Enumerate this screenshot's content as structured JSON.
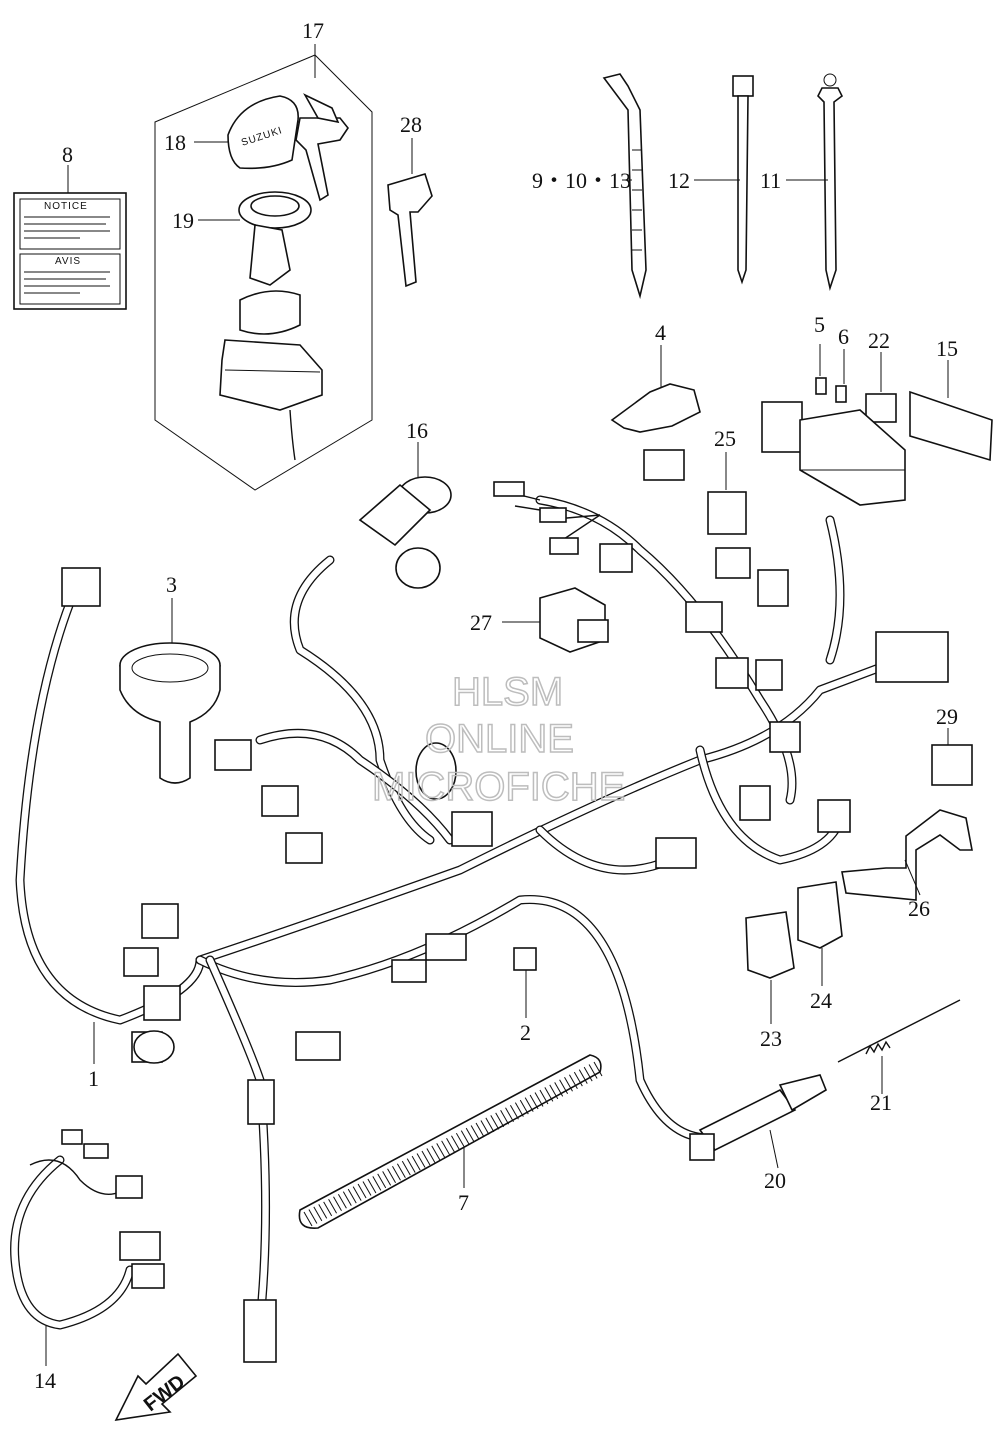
{
  "callouts": [
    {
      "id": "c1",
      "text": "1"
    },
    {
      "id": "c2",
      "text": "2"
    },
    {
      "id": "c3",
      "text": "3"
    },
    {
      "id": "c4",
      "text": "4"
    },
    {
      "id": "c5",
      "text": "5"
    },
    {
      "id": "c6",
      "text": "6"
    },
    {
      "id": "c7",
      "text": "7"
    },
    {
      "id": "c8",
      "text": "8"
    },
    {
      "id": "c9",
      "text": "9・10・13"
    },
    {
      "id": "c11",
      "text": "11"
    },
    {
      "id": "c12",
      "text": "12"
    },
    {
      "id": "c14",
      "text": "14"
    },
    {
      "id": "c15",
      "text": "15"
    },
    {
      "id": "c16",
      "text": "16"
    },
    {
      "id": "c17",
      "text": "17"
    },
    {
      "id": "c18",
      "text": "18"
    },
    {
      "id": "c19",
      "text": "19"
    },
    {
      "id": "c20",
      "text": "20"
    },
    {
      "id": "c21",
      "text": "21"
    },
    {
      "id": "c22",
      "text": "22"
    },
    {
      "id": "c23",
      "text": "23"
    },
    {
      "id": "c24",
      "text": "24"
    },
    {
      "id": "c25",
      "text": "25"
    },
    {
      "id": "c26",
      "text": "26"
    },
    {
      "id": "c27",
      "text": "27"
    },
    {
      "id": "c28",
      "text": "28"
    },
    {
      "id": "c29",
      "text": "29"
    }
  ],
  "label_card": {
    "notice": "NOTICE",
    "avis": "AVIS"
  },
  "key_brand": "SUZUKI",
  "direction_arrow": "FWD",
  "watermark": [
    "HLSM",
    "ONLINE",
    "MICROFICHE"
  ]
}
